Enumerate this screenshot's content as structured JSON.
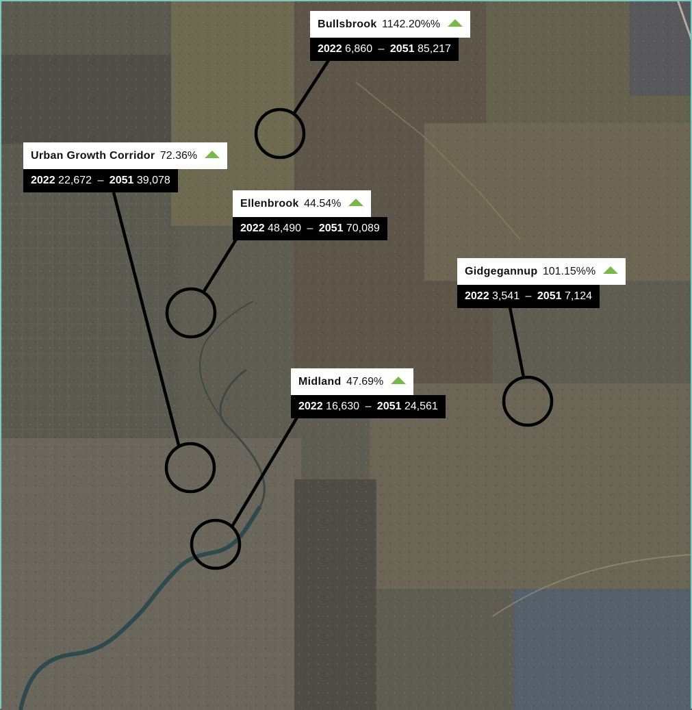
{
  "map": {
    "colors": {
      "terrain": "#5f5d52",
      "urban": "#6b675c",
      "river": "#2e4a4c",
      "marker": "#000000",
      "increase": "#79b94c",
      "frame": "#7cc9c0"
    }
  },
  "callouts": [
    {
      "name": "Bullsbrook",
      "change": "1142.20%%",
      "year_a": "2022",
      "value_a": "6,860",
      "year_b": "2051",
      "value_b": "85,217",
      "trend": "increase-triangle-icon"
    },
    {
      "name": "Urban Growth Corridor",
      "change": "72.36%",
      "year_a": "2022",
      "value_a": "22,672",
      "year_b": "2051",
      "value_b": "39,078",
      "trend": "increase-triangle-icon"
    },
    {
      "name": "Ellenbrook",
      "change": "44.54%",
      "year_a": "2022",
      "value_a": "48,490",
      "year_b": "2051",
      "value_b": "70,089",
      "trend": "increase-triangle-icon"
    },
    {
      "name": "Gidgegannup",
      "change": "101.15%%",
      "year_a": "2022",
      "value_a": "3,541",
      "year_b": "2051",
      "value_b": "7,124",
      "trend": "increase-triangle-icon"
    },
    {
      "name": "Midland",
      "change": "47.69%",
      "year_a": "2022",
      "value_a": "16,630",
      "year_b": "2051",
      "value_b": "24,561",
      "trend": "increase-triangle-icon"
    }
  ]
}
